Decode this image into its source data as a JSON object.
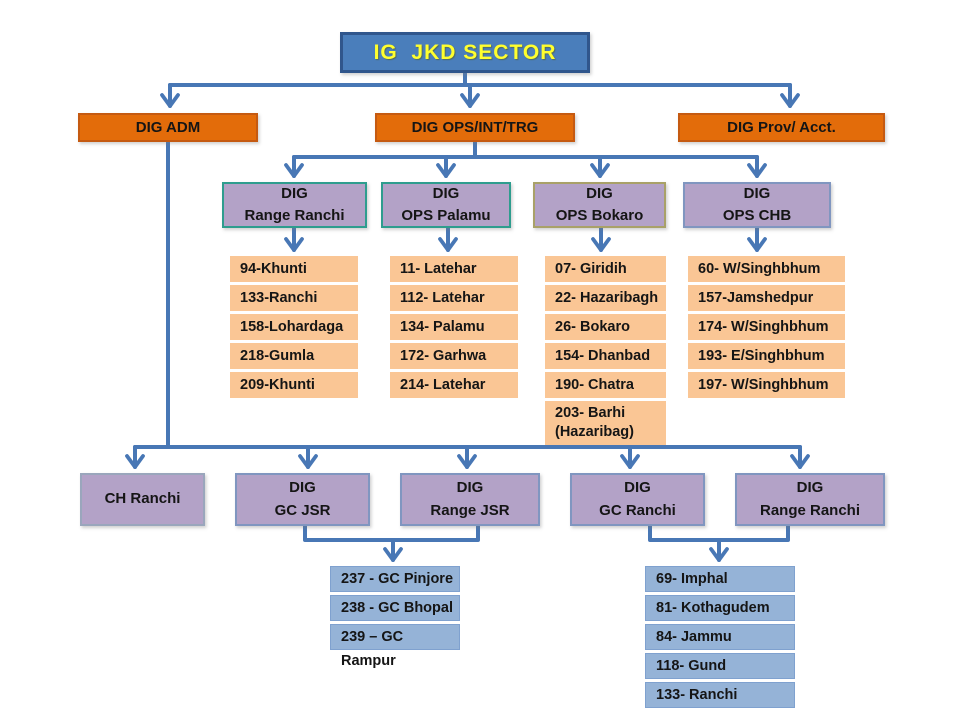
{
  "title": "IG  JKD SECTOR",
  "level2": {
    "adm": "DIG ADM",
    "ops": "DIG OPS/INT/TRG",
    "prov": "DIG Prov/ Acct."
  },
  "ops_units": [
    {
      "line1": "DIG",
      "line2": "Range Ranchi",
      "items": [
        "94-Khunti",
        "133-Ranchi",
        "158-Lohardaga",
        "218-Gumla",
        "209-Khunti"
      ]
    },
    {
      "line1": "DIG",
      "line2": "OPS Palamu",
      "items": [
        "11- Latehar",
        "112- Latehar",
        "134- Palamu",
        "172- Garhwa",
        "214- Latehar"
      ]
    },
    {
      "line1": "DIG",
      "line2": "OPS Bokaro",
      "items": [
        "07- Giridih",
        "22- Hazaribagh",
        "26- Bokaro",
        "154- Dhanbad",
        "190- Chatra",
        "203- Barhi (Hazaribag)"
      ]
    },
    {
      "line1": "DIG",
      "line2": "OPS CHB",
      "items": [
        "60- W/Singhbhum",
        "157-Jamshedpur",
        "174- W/Singhbhum",
        "193- E/Singhbhum",
        "197- W/Singhbhum"
      ]
    }
  ],
  "adm_units": [
    {
      "line1": "CH Ranchi",
      "line2": ""
    },
    {
      "line1": "DIG",
      "line2": "GC JSR"
    },
    {
      "line1": "DIG",
      "line2": "Range JSR"
    },
    {
      "line1": "DIG",
      "line2": "GC Ranchi"
    },
    {
      "line1": "DIG",
      "line2": "Range Ranchi"
    }
  ],
  "gc_jsr_items": [
    "237 - GC Pinjore",
    "238 - GC Bhopal",
    "239 – GC Rampur"
  ],
  "gc_ranchi_items": [
    "69- Imphal",
    "81- Kothagudem",
    "84- Jammu",
    "118- Gund",
    "133- Ranchi"
  ],
  "colors": {
    "title_box_fill": "#4A7EBB",
    "title_text": "#FFFF2E",
    "orange_fill": "#E36C0A",
    "purple_fill": "#B3A2C7",
    "list_orange_fill": "#FAC695",
    "list_blue_fill": "#95B3D7",
    "connector": "#4877B5"
  }
}
